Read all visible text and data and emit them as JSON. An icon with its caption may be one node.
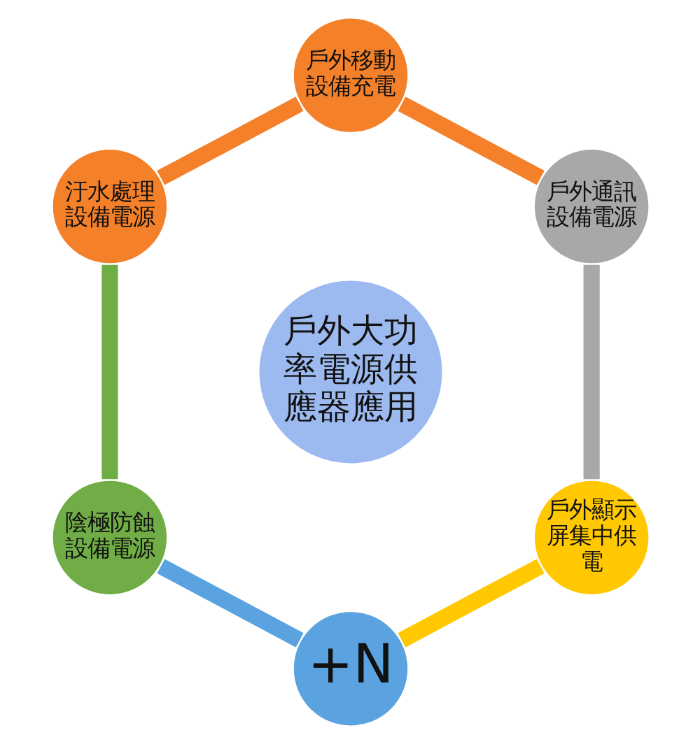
{
  "diagram": {
    "nodes": [
      {
        "text": [
          "戶外移動設備充電"
        ]
      },
      {
        "text": [
          "汙水處理設備電源"
        ]
      },
      {
        "text": [
          "戶外通訊設備電源"
        ]
      },
      {
        "text": [
          "戶外大功率電源供應器應用"
        ]
      },
      {
        "text": [
          "陰極防蝕設備電源"
        ]
      },
      {
        "text": [
          "戶外顯示屏集中供電"
        ]
      },
      {
        "text": [
          "+N"
        ]
      }
    ],
    "edges": [
      {
        "from": 0,
        "to": 1,
        "arrow": "none",
        "color": "#f4802a"
      },
      {
        "from": 0,
        "to": 2,
        "arrow": "none",
        "color": "#f4802a"
      },
      {
        "from": 1,
        "to": 4,
        "arrow": "none",
        "color": "#70ad47"
      },
      {
        "from": 2,
        "to": 5,
        "arrow": "none",
        "color": "#a8a8a8"
      },
      {
        "from": 4,
        "to": 6,
        "arrow": "none",
        "color": "#5ba3e0"
      },
      {
        "from": 5,
        "to": 6,
        "arrow": "none",
        "color": "#ffc800"
      }
    ]
  }
}
